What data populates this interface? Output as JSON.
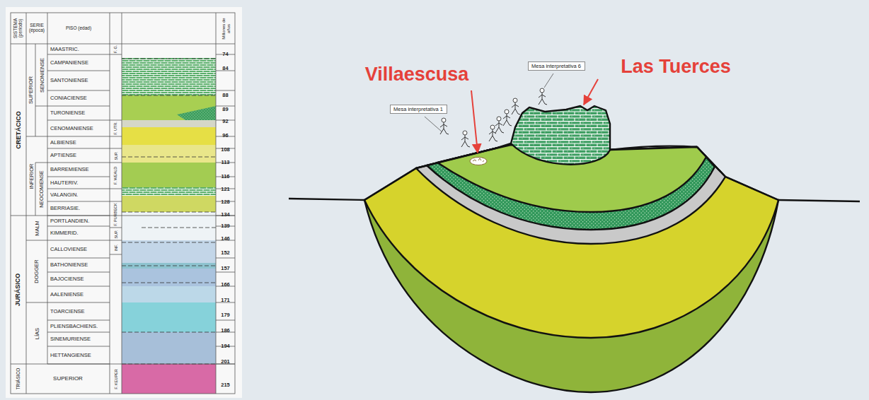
{
  "diagram": {
    "nodes": [
      {
        "text": [
          "Mesa interpretativa 1"
        ]
      },
      {
        "text": [
          "Mesa interpretativa 6"
        ]
      }
    ],
    "labels": [
      "Villaescusa",
      "Las Tuerces",
      "SISTEMA (período)",
      "SERIE (época)",
      "PISO (edad)",
      "Millones de años",
      "CRETÁCICO",
      "JURÁSICO",
      "TRIÁSICO",
      "SUPERIOR",
      "INFERIOR",
      "SENONIENSE",
      "NEOCOMIENSE",
      "MALM",
      "DOGGER",
      "LÍAS",
      "MAASTRIC.",
      "CAMPANIENSE",
      "SANTONIENSE",
      "CONIACIENSE",
      "TURONIENSE",
      "CENOMANIENSE",
      "ALBIENSE",
      "APTIENSE",
      "BARREMIENSE",
      "HAUTERIV.",
      "VALANGIN.",
      "BERRIASIE.",
      "PORTLANDIEN.",
      "KIMMERID.",
      "CALLOVIENSE",
      "BATHONIENSE",
      "BAJOCIENSE",
      "AALENIENSE",
      "TOARCIENSE",
      "PLIENSBACHIENS.",
      "SINEMURIENSE",
      "HETTANGIENSE",
      "SUPERIOR",
      "F. G.",
      "F. UTR.",
      "SUP.",
      "F. WEALD",
      "F. PURBECK",
      "SUP.",
      "INF.",
      "F. KEUPER",
      "74",
      "84",
      "88",
      "89",
      "92",
      "96",
      "108",
      "113",
      "116",
      "121",
      "128",
      "134",
      "139",
      "146",
      "152",
      "157",
      "166",
      "171",
      "179",
      "186",
      "194",
      "201",
      "215"
    ]
  }
}
